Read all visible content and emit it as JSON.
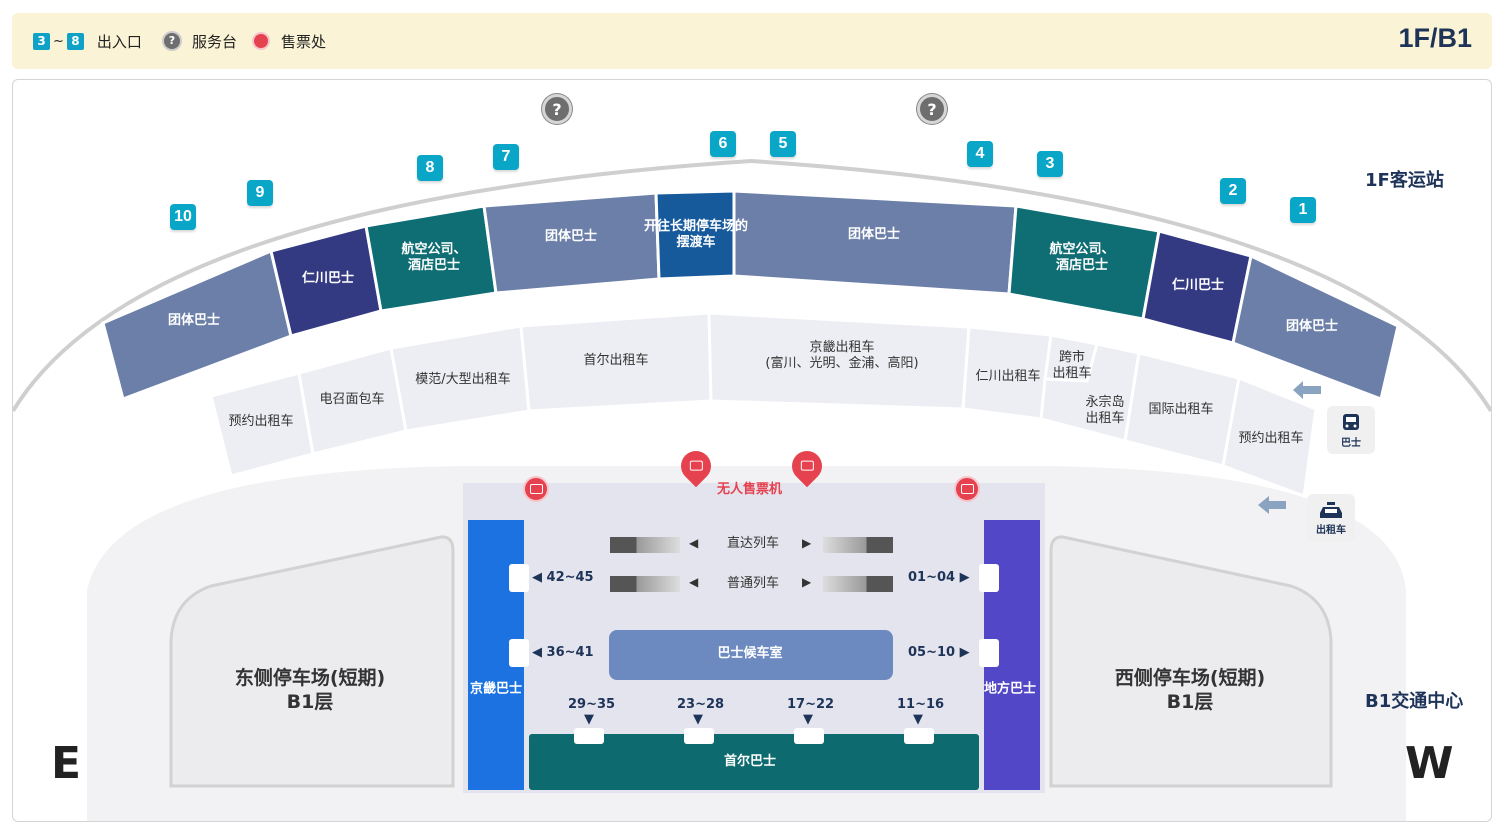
{
  "legend": {
    "entrance_from": "3",
    "range_sep": "~",
    "entrance_to": "8",
    "entrance_label": "出入口",
    "service_label": "服务台",
    "ticket_label": "售票处",
    "floor": "1F/B1"
  },
  "labels": {
    "f1_station": "1F客运站",
    "b1_center": "B1交通中心",
    "east": "E",
    "west": "W",
    "kiosk": "无人售票机",
    "bus_icon": "巴士",
    "taxi_icon": "出租车"
  },
  "bays": [
    "10",
    "9",
    "8",
    "7",
    "6",
    "5",
    "4",
    "3",
    "2",
    "1"
  ],
  "bus_zones": [
    "团体巴士",
    "仁川巴士",
    "航空公司、\n酒店巴士",
    "团体巴士",
    "开往长期停车场的\n摆渡车",
    "团体巴士",
    "航空公司、\n酒店巴士",
    "仁川巴士",
    "团体巴士"
  ],
  "taxi_zones": [
    "预约出租车",
    "电召面包车",
    "模范/大型出租车",
    "首尔出租车",
    "京畿出租车\n(富川、光明、金浦、高阳)",
    "仁川出租车",
    "跨市\n出租车",
    "永宗岛\n出租车",
    "国际出租车",
    "预约出租车"
  ],
  "b1": {
    "express_train": "直达列车",
    "normal_train": "普通列车",
    "waiting_room": "巴士候车室",
    "gyeonggi_bus": "京畿巴士",
    "local_bus": "地方巴士",
    "seoul_bus": "首尔巴士",
    "east_parking": "东侧停车场(短期)",
    "east_parking_floor": "B1层",
    "west_parking": "西侧停车场(短期)",
    "west_parking_floor": "B1层",
    "platforms_left": [
      "42~45",
      "36~41"
    ],
    "platforms_right": [
      "01~04",
      "05~10"
    ],
    "platforms_bottom": [
      "29~35",
      "23~28",
      "17~22",
      "11~16"
    ]
  },
  "colors": {
    "slate": "#6b7fa8",
    "navy": "#343a82",
    "teal": "#0e6e73",
    "blue_shuttle": "#165a9c",
    "gyeonggi_bus": "#1b72e0",
    "local_bus": "#5247c6",
    "seoul_bus": "#0d6b70",
    "bay": "#0aa6c8"
  }
}
